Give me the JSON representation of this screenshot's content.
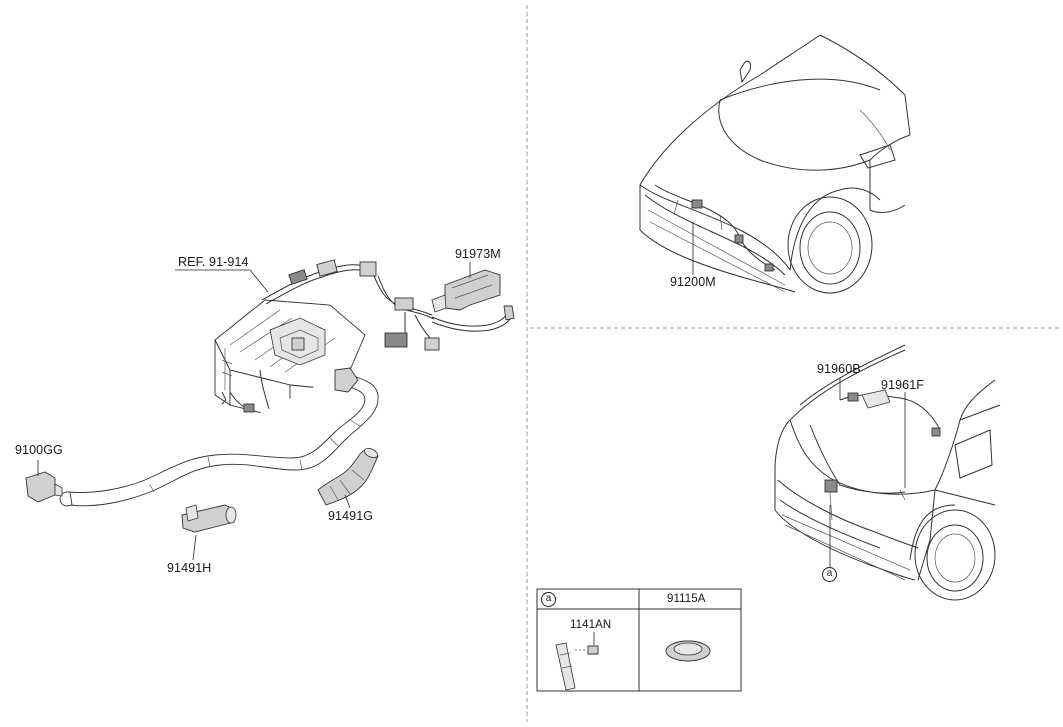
{
  "labels": {
    "ref": "REF. 91-914",
    "p91973M": "91973M",
    "p9100GG": "9100GG",
    "p91491G": "91491G",
    "p91491H": "91491H",
    "p91200M": "91200M",
    "p91960B": "91960B",
    "p91961F": "91961F",
    "p1141AN": "1141AN",
    "p91115A": "91115A"
  },
  "callout": "a"
}
